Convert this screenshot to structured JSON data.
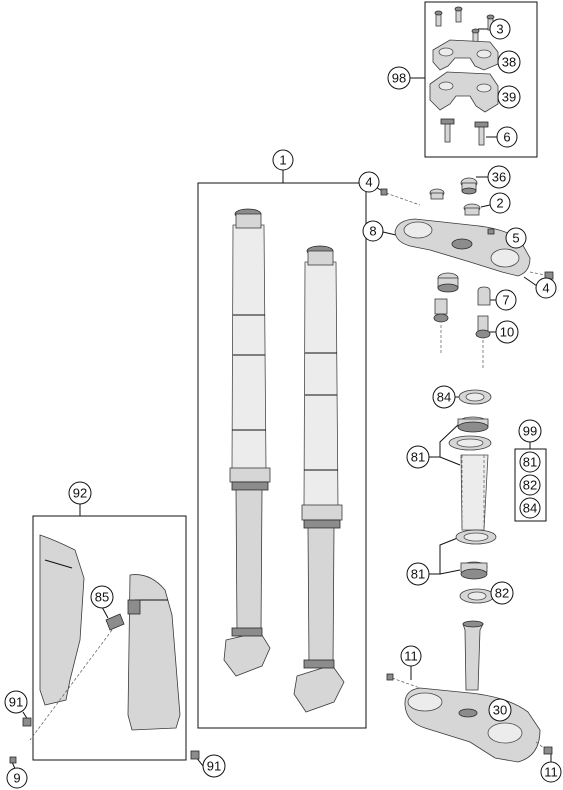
{
  "callouts": {
    "c1": "1",
    "c2": "2",
    "c3": "3",
    "c4a": "4",
    "c4b": "4",
    "c5": "5",
    "c6": "6",
    "c7": "7",
    "c8": "8",
    "c9": "9",
    "c10": "10",
    "c11a": "11",
    "c11b": "11",
    "c30": "30",
    "c36": "36",
    "c38": "38",
    "c39": "39",
    "c81a": "81",
    "c81b": "81",
    "c81c": "81",
    "c82a": "82",
    "c82b": "82",
    "c84a": "84",
    "c84b": "84",
    "c85": "85",
    "c91a": "91",
    "c91b": "91",
    "c92": "92",
    "c98": "98",
    "c99": "99"
  }
}
